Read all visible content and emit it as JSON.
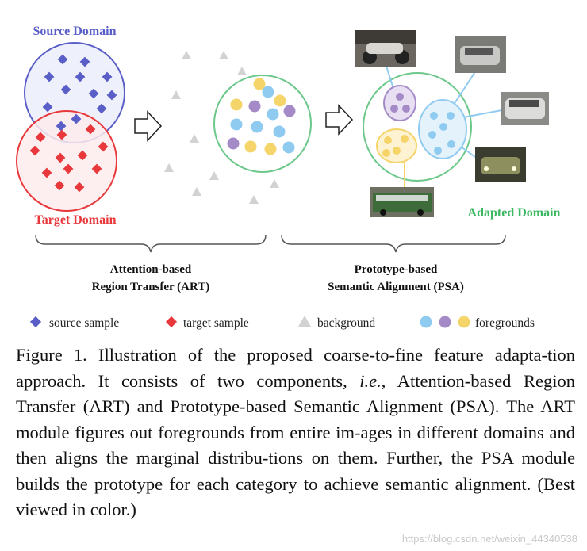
{
  "figure": {
    "labels": {
      "source_domain": "Source Domain",
      "target_domain": "Target Domain",
      "adapted_domain": "Adapted Domain",
      "art_line1": "Attention-based",
      "art_line2": "Region Transfer (ART)",
      "psa_line1": "Prototype-based",
      "psa_line2": "Semantic Alignment (PSA)"
    },
    "legend": {
      "source": "source sample",
      "target": "target sample",
      "background": "background",
      "foregrounds": "foregrounds"
    },
    "colors": {
      "source": "#5a5fc8",
      "target": "#e8383b",
      "background": "#d2d2d2",
      "adapted": "#3bb861",
      "fg_blue": "#8fcbf0",
      "fg_purple": "#a48bc8",
      "fg_yellow": "#f5d46a",
      "connector": "#8fcbf0"
    },
    "icons": {
      "arrow": "hollow-right-arrow",
      "photos": [
        "motorcycle-photo",
        "car-photo",
        "car-photo",
        "car-photo",
        "bus-photo"
      ]
    }
  },
  "caption": {
    "lead": "Figure 1. Illustration of the proposed coarse-to-fine feature adapta-tion approach. It consists of two components, ",
    "ie": "i.e.",
    "rest": ", Attention-based Region Transfer (ART) and Prototype-based Semantic Alignment (PSA). The ART module figures out foregrounds from entire im-ages in different domains and then aligns the marginal distribu-tions on them. Further, the PSA module builds the prototype for each category to achieve semantic alignment.  (Best viewed in color.)"
  },
  "watermark": "https://blog.csdn.net/weixin_44340538"
}
